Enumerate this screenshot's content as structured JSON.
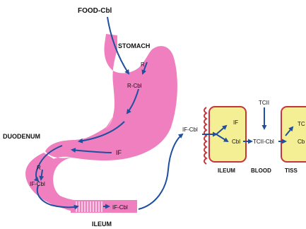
{
  "labels": {
    "food_cbl": "FOOD-Cbl",
    "stomach": "STOMACH",
    "r_top": "R",
    "r_cbl": "R-Cbl",
    "duodenum": "DUODENUM",
    "if_stomach": "IF",
    "r_duodenum": "R",
    "if_cbl_duodenum": "IF-Cbl",
    "if_cbl_ileum": "IF-Cbl",
    "ileum_bottom": "ILEUM",
    "if_cbl_inset": "IF-Cbl",
    "if_inset": "IF",
    "cbl_inset": "Cbl",
    "tcii": "TCII",
    "tcii_cbl": "TCII-Cbl",
    "cbl_tissue": "Cb",
    "tcii_tissue": "TC",
    "ileum_inset": "ILEUM",
    "blood_inset": "BLOOD",
    "tissue_inset": "TISS"
  },
  "colors": {
    "organ_pink": "#ef7fbf",
    "cell_yellow": "#f4ee94",
    "cell_outline": "#c4363b",
    "arrow_blue": "#1f4f9f"
  }
}
